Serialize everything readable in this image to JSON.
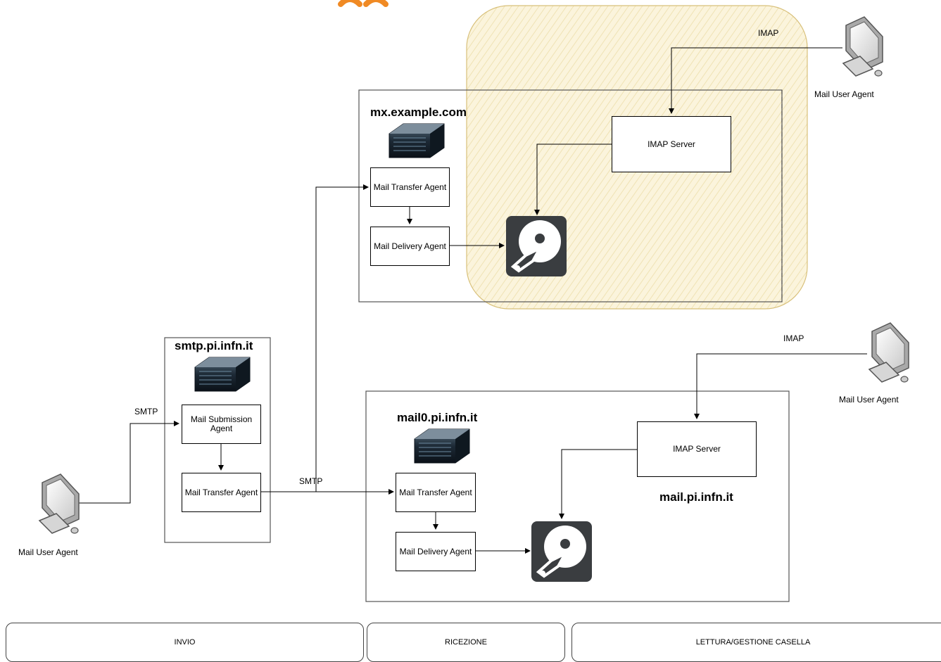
{
  "servers": {
    "smtp": {
      "title": "smtp.pi.infn.it"
    },
    "mx": {
      "title": "mx.example.com"
    },
    "mail0": {
      "title": "mail0.pi.infn.it"
    },
    "mail": {
      "title": "mail.pi.infn.it"
    }
  },
  "boxes": {
    "msa": "Mail Submission Agent",
    "mta_smtp": "Mail Transfer Agent",
    "mta_mx": "Mail Transfer Agent",
    "mda_mx": "Mail Delivery Agent",
    "imap_mx": "IMAP Server",
    "mta_mail0": "Mail Transfer Agent",
    "mda_mail0": "Mail Delivery Agent",
    "imap_mail": "IMAP Server"
  },
  "labels": {
    "smtp_in": "SMTP",
    "smtp_out": "SMTP",
    "imap_top": "IMAP",
    "imap_bottom": "IMAP"
  },
  "agents": {
    "left": "Mail User Agent",
    "top_right": "Mail User Agent",
    "bottom_right": "Mail User Agent"
  },
  "tabs": {
    "invio": "INVIO",
    "ricezione": "RICEZIONE",
    "lettura": "LETTURA/GESTIONE CASELLA"
  },
  "colors": {
    "highlight_fill": "#fbf3d9",
    "highlight_border": "#d8c07a",
    "disk": "#3a3d40",
    "orange": "#f08a24"
  }
}
